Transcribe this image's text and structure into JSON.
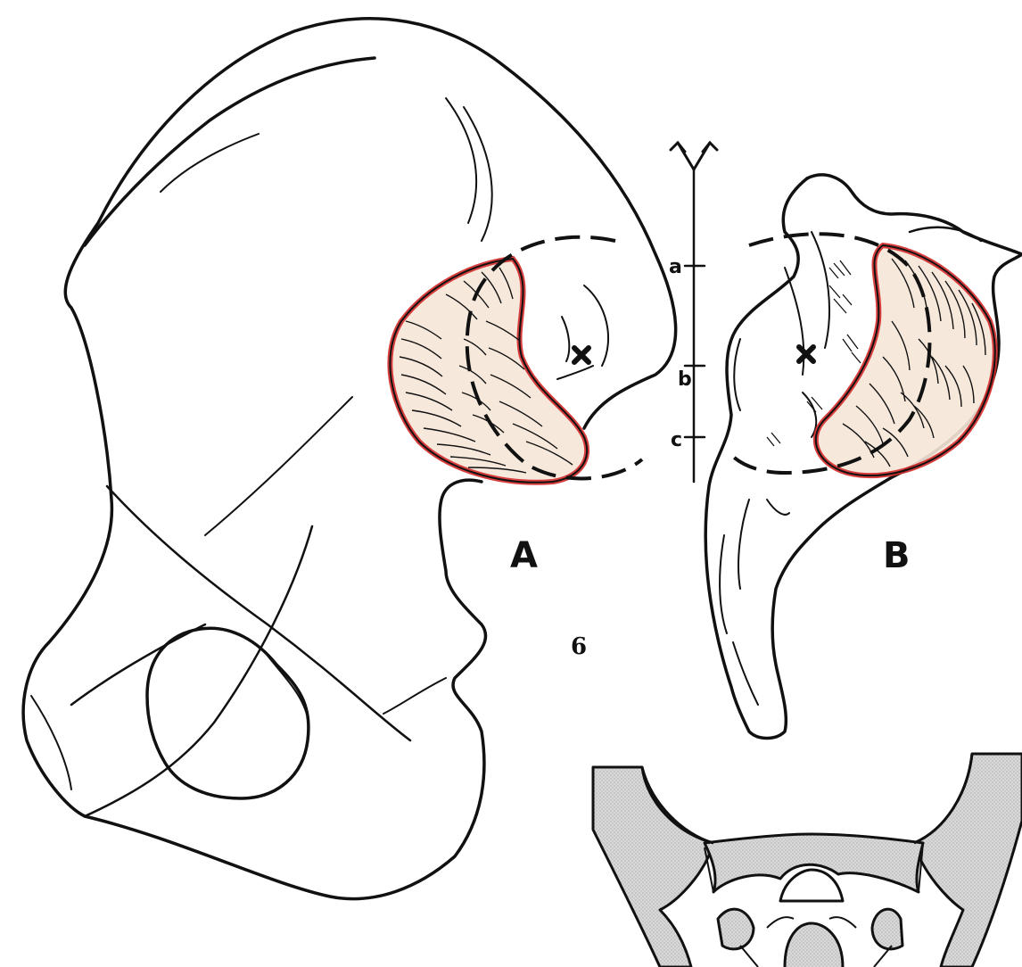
{
  "figure": {
    "number": "6",
    "panel_labels": {
      "a": "A",
      "b": "B"
    },
    "axis_ticks": [
      "a",
      "b",
      "c"
    ]
  },
  "colors": {
    "outline": "#111111",
    "articular_surface": "#d42a2a",
    "section_fill": "#d4d4d4",
    "background": "#ffffff"
  }
}
